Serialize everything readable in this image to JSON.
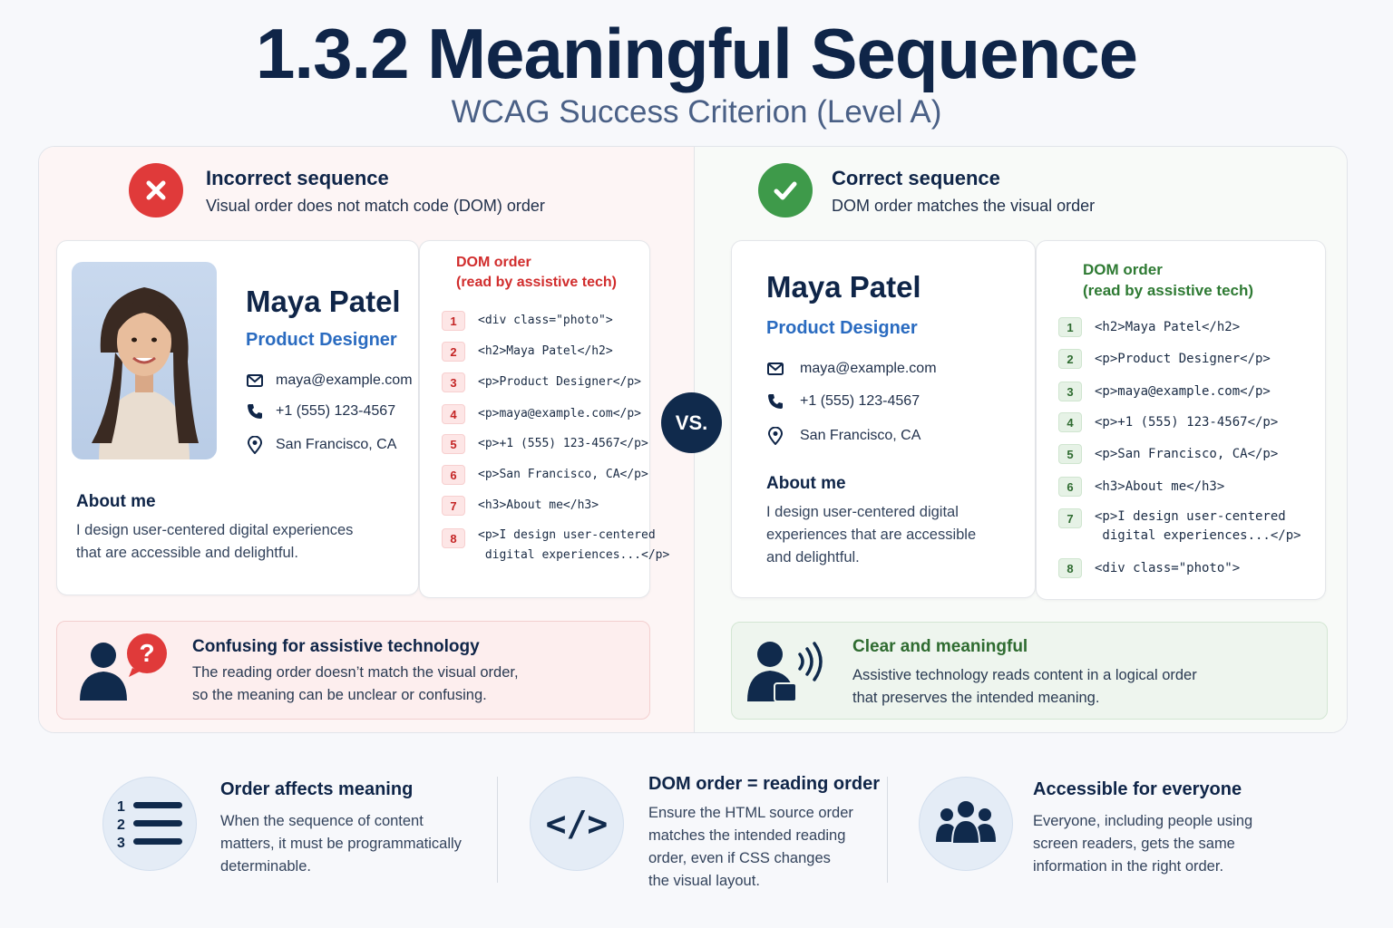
{
  "header": {
    "title": "1.3.2 Meaningful Sequence",
    "subtitle": "WCAG Success Criterion (Level A)"
  },
  "colors": {
    "navy": "#0f2548",
    "red": "#e03a3a",
    "green": "#3e9a4a",
    "blue": "#2a6bc0"
  },
  "incorrect": {
    "icon": "x-circle-icon",
    "title": "Incorrect sequence",
    "subtitle": "Visual order does not match code (DOM) order",
    "profile": {
      "name": "Maya Patel",
      "role": "Product Designer",
      "email": "maya@example.com",
      "phone": "+1 (555) 123-4567",
      "location": "San Francisco, CA",
      "about_title": "About me",
      "about_line1": "I design user-centered digital experiences",
      "about_line2": "that are accessible and delightful."
    },
    "dom_title_line1": "DOM order",
    "dom_title_line2": "(read by assistive tech)",
    "dom_items": [
      {
        "n": "1",
        "code": "<div class=\"photo\">"
      },
      {
        "n": "2",
        "code": "<h2>Maya Patel</h2>"
      },
      {
        "n": "3",
        "code": "<p>Product Designer</p>"
      },
      {
        "n": "4",
        "code": "<p>maya@example.com</p>"
      },
      {
        "n": "5",
        "code": "<p>+1 (555) 123-4567</p>"
      },
      {
        "n": "6",
        "code": "<p>San Francisco, CA</p>"
      },
      {
        "n": "7",
        "code": "<h3>About me</h3>"
      },
      {
        "n": "8",
        "code": "<p>I design user-centered",
        "code2": " digital experiences...</p>"
      }
    ],
    "note": {
      "title": "Confusing for assistive technology",
      "line1": "The reading order doesn’t match the visual order,",
      "line2": "so the meaning can be unclear or confusing."
    }
  },
  "vs_label": "VS.",
  "correct": {
    "icon": "check-circle-icon",
    "title": "Correct sequence",
    "subtitle": "DOM order matches the visual order",
    "profile": {
      "name": "Maya Patel",
      "role": "Product Designer",
      "email": "maya@example.com",
      "phone": "+1 (555) 123-4567",
      "location": "San Francisco, CA",
      "about_title": "About me",
      "about_line1": "I design user-centered digital",
      "about_line2": "experiences that are accessible",
      "about_line3": "and delightful."
    },
    "dom_title_line1": "DOM order",
    "dom_title_line2": "(read by assistive tech)",
    "dom_items": [
      {
        "n": "1",
        "code": "<h2>Maya Patel</h2>"
      },
      {
        "n": "2",
        "code": "<p>Product Designer</p>"
      },
      {
        "n": "3",
        "code": "<p>maya@example.com</p>"
      },
      {
        "n": "4",
        "code": "<p>+1 (555) 123-4567</p>"
      },
      {
        "n": "5",
        "code": "<p>San Francisco, CA</p>"
      },
      {
        "n": "6",
        "code": "<h3>About me</h3>"
      },
      {
        "n": "7",
        "code": "<p>I design user-centered",
        "code2": " digital experiences...</p>"
      },
      {
        "n": "8",
        "code": "<div class=\"photo\">"
      }
    ],
    "note": {
      "title": "Clear and meaningful",
      "line1": "Assistive technology reads content in a logical order",
      "line2": "that preserves the intended meaning."
    }
  },
  "features": [
    {
      "icon": "numbered-list-icon",
      "list_numbers": [
        "1",
        "2",
        "3"
      ],
      "title": "Order affects meaning",
      "line1": "When the sequence of content",
      "line2": "matters, it must be programmatically",
      "line3": "determinable."
    },
    {
      "icon": "code-icon",
      "glyph": "</>",
      "title": "DOM order = reading order",
      "line1": "Ensure the HTML source order",
      "line2": "matches the intended reading",
      "line3": "order, even if CSS changes",
      "line4": "the visual layout."
    },
    {
      "icon": "people-group-icon",
      "title": "Accessible for everyone",
      "line1": "Everyone, including people using",
      "line2": "screen readers, gets the same",
      "line3": "information in the right order."
    }
  ]
}
